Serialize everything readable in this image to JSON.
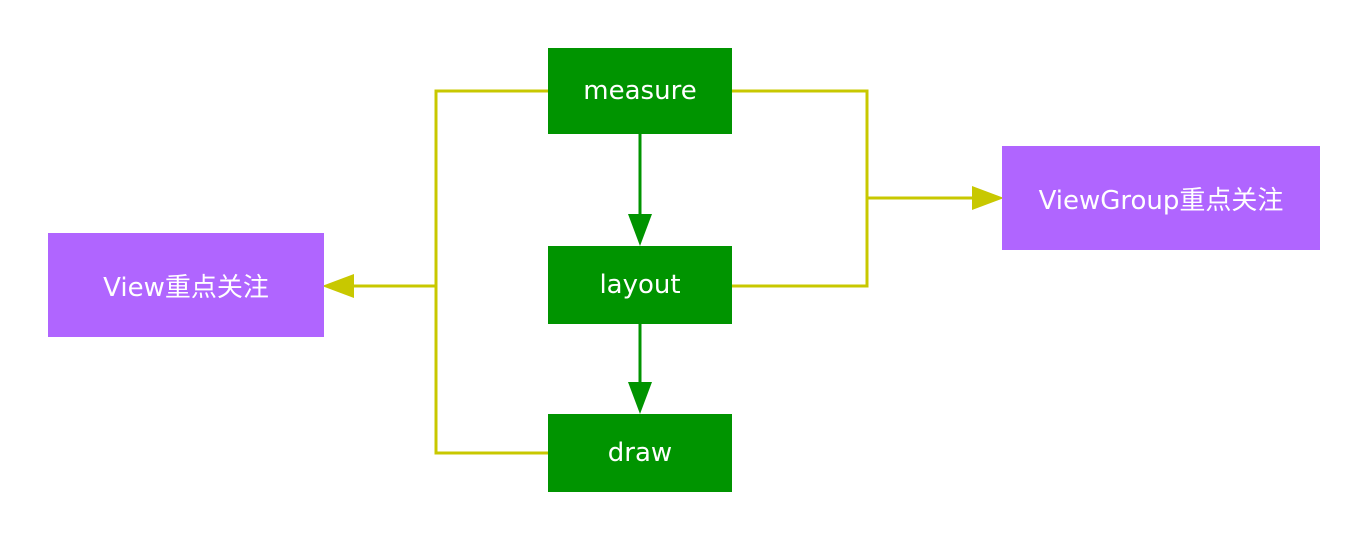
{
  "nodes": {
    "measure": "measure",
    "layout": "layout",
    "draw": "draw",
    "view": "View重点关注",
    "viewgroup": "ViewGroup重点关注"
  },
  "colors": {
    "step_fill": "#009400",
    "target_fill": "#b065ff",
    "step_arrow": "#009400",
    "focus_connector": "#c8c800",
    "text": "#ffffff"
  }
}
